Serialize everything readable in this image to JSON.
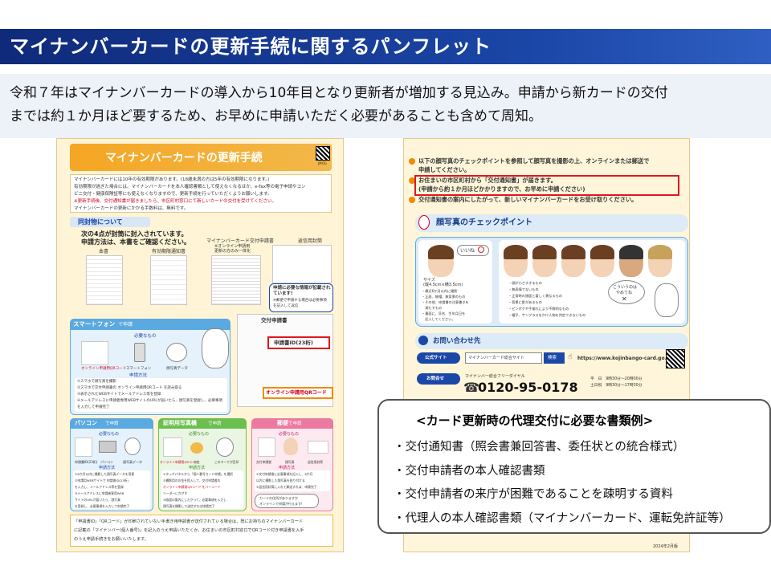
{
  "header": {
    "title": "マイナンバーカードの更新手続に関するパンフレット"
  },
  "description": {
    "line1": "令和７年はマイナンバーカードの導入から10年目となり更新者が増加する見込み。申請から新カードの交付",
    "line2": "までは約１か月ほど要するため、お早めに申請いただく必要があることも含めて周知。"
  },
  "left_doc": {
    "title": "マイナンバーカードの更新手続",
    "qr_label": "JMOG",
    "intro": [
      "マイナンバーカードには10年の有効期限があります。(18歳未満の方は5年の有効期限になります。)",
      "有効期限が過ぎた場合には、マイナンバーカードを本人確認書類として使えなくなるほか、e-Tax等の電子申請やコン",
      "ビニ交付・健康保険証等にも使えなくなりますので、更新手続を行っていただくようお願いします。",
      "※更新手続後、交付通知書が届きましたら、市区町村窓口にて新しいカードの交付を受けてください。",
      "マイナンバーカードの更新にかかる手数料は、無料です。"
    ],
    "enclosed_heading": "同封物について",
    "enclosed_text1": "次の4点が封筒に封入されています。",
    "enclosed_text2": "申請方法は、本書をご確認ください。",
    "items": [
      "本書",
      "有効期限通知書",
      "マイナンバーカード交付申請書",
      "返信用封筒"
    ],
    "items_sub": [
      "※オンライン申請用",
      "更新の方のみ一体化"
    ],
    "speech": "申請に必要な情報が記載されています!",
    "speech_sub": [
      "※郵便で申請する場合は必要事項",
      "を記入して返信"
    ],
    "form_label": "交付申請書",
    "form_id": "申請書ID(23桁)",
    "online_qr": "オンライン申請用QRコード",
    "smartphone": {
      "heading": "スマートフォン",
      "suffix": "で申請",
      "need": "必要なもの",
      "items": [
        "オンライン申請用QRコード",
        "スマートフォン",
        "顔写真データ"
      ],
      "method": "申請方法",
      "steps": [
        "①スマホで顔写真を撮影",
        "②スマホで交付申請書の オンライン申請用QRコード を読み取る",
        "③表示されたWEBサイトでメールアドレス等を登録",
        "④メールアドレスに申請者専用WEBサイトのURLが届いたら、顔写真を登録し、必要事項",
        "を入力して申請完了"
      ]
    },
    "pc": {
      "heading": "パソコン",
      "suffix": "で申請",
      "need": "必要なもの",
      "items": [
        "申請書ID(23桁)",
        "パソコン",
        "顔写真データ"
      ],
      "method": "申請方法",
      "steps": [
        "①6か月以内に撮影した顔写真データを用意",
        "②申請用WEBサイトで 申請書ID(23桁)",
        "を入力し、メールアドレス等を登録",
        "③メールアドレスに申請者専用WEB",
        "サイトのURLが届いたら、顔写真",
        "を登録し、必要事項を入力して申請完了"
      ]
    },
    "booth": {
      "heading": "証明用写真機",
      "suffix": "で申請",
      "need": "必要なもの",
      "items": [
        "オンライン申請用QRコード",
        "お金",
        "このマークが目印"
      ],
      "method": "申請方法",
      "steps": [
        "①タッチパネルから「個人番号カード申請」を選択",
        "②撮影用のお金を投入して、交付申請書の",
        "オンライン申請用QRコード をバーコード",
        "リーダーにかざす",
        "③画面の案内にしたがって、必要事項を入力し",
        "顔写真を撮影して送信すれば申請完了"
      ]
    },
    "mail": {
      "heading": "郵便",
      "suffix": "で申請",
      "need": "必要なもの",
      "items": [
        "交付申請書",
        "顔写真",
        "返信用封筒"
      ],
      "method": "申請方法",
      "steps": [
        "①交付申請書に必要事項を記入し、6か月",
        "以内に撮影した顔写真を貼り付ける",
        "②返信用封筒に入れて郵送すれば、申請完了"
      ]
    },
    "bubble": [
      "カードの住所がありますか",
      "オンラインで申請が行えます!"
    ],
    "footer": [
      "「申請書ID」「QRコード」が印刷されていない手書き用申請書が送付されている場合は、既にお持ちのマイナンバーカード",
      "に記載の「マイナンバー(個人番号)」を記入のうえ申請いただくか、お住まいの市区町村窓口でQRコード付き申請書を入手",
      "のうえ申請手続きをお願いいたします。"
    ]
  },
  "right_doc": {
    "steps": [
      "以下の顔写真のチェックポイントを参照して顔写真を撮影の上、オンラインまたは郵送で",
      "申請してください。",
      "お住まいの市区町村から「交付通知書」が届きます。",
      "(申請から約１か月ほどかかりますので、お早めに申請ください)",
      "交付通知書の案内にしたがって、新しいマイナンバーカードをお受け取りください。"
    ],
    "photo_heading": "顔写真のチェックポイント",
    "good_label": "いいね",
    "size_label": [
      "サイズ",
      "(縦4.5cm×横3.5cm)"
    ],
    "good_points": [
      "・最近6か月以内に撮影",
      "・正面、無帽、無背景のもの",
      "・その他、申請書の注意書きを",
      "　満たすもの",
      "・裏面に、氏名、生年月日を",
      "　記入してください。"
    ],
    "bad_points": [
      "・顔が小さすぎるもの",
      "・無表情でないもの",
      "・正常時の顔面と著しく異なるもの",
      "・背景に影があるもの",
      "・ピンボケや手振れにより不鮮明なもの",
      "・帽子、サングラスをかけ人物を判定できないもの"
    ],
    "bad_bubble": [
      "こういうのは",
      "やめてね"
    ],
    "contact_heading": "お問い合わせ先",
    "official_site_label": "公式サイト",
    "search_text": "マイナンバーカード総合サイト",
    "search_button": "検索",
    "url": "https://www.kojinbango-card.go.jp",
    "inquiry_label": "お問合せ",
    "dial_caption": "マイナンバー総合フリーダイヤル",
    "phone": "0120-95-0178",
    "hours": [
      "平　日　9時30分〜20時00分",
      "土日祝　9時30分〜17時30分"
    ],
    "footer": "2024年2月版"
  },
  "callout": {
    "title": "<カード更新時の代理交付に必要な書類例>",
    "items": [
      "・交付通知書（照会書兼回答書、委任状との統合様式）",
      "・交付申請者の本人確認書類",
      "・交付申請者の来庁が困難であることを疎明する資料",
      "・代理人の本人確認書類（マイナンバーカード、運転免許証等）"
    ]
  },
  "colors": {
    "header_bg": "#1b47a8",
    "accent_orange": "#f28a00",
    "red": "#e0161d",
    "desc_bg": "#edf1f8"
  }
}
